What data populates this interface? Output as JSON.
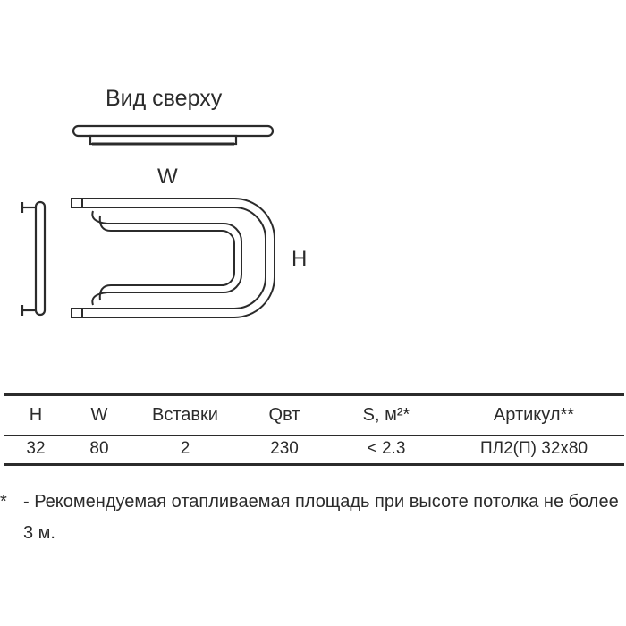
{
  "diagram": {
    "title": "Вид сверху",
    "label_w": "W",
    "label_h": "H"
  },
  "table": {
    "headers": [
      "H",
      "W",
      "Вставки",
      "Qвт",
      "S, м²*",
      "Артикул**"
    ],
    "rows": [
      [
        "32",
        "80",
        "2",
        "230",
        "<  2.3",
        "ПЛ2(П) 32х80"
      ]
    ]
  },
  "footnote": {
    "marker": "*",
    "text": "- Рекомендуемая отапливаемая площадь при высоте потолка не более 3 м."
  },
  "colors": {
    "ink": "#2b2b2b",
    "background": "#ffffff"
  }
}
